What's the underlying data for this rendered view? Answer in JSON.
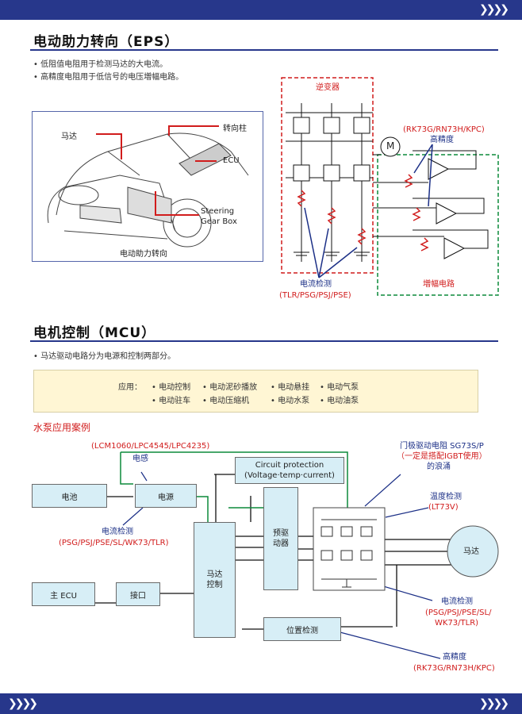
{
  "eps": {
    "title": "电动助力转向（EPS）",
    "bullets": [
      "低阻值电阻用于检测马达的大电流。",
      "高精度电阻用于低信号的电压増幅电路。"
    ],
    "car_labels": {
      "motor": "马达",
      "steering_column": "转向柱",
      "ecu": "ECU",
      "gearbox_line1": "Steering",
      "gearbox_line2": "Gear Box",
      "caption": "电动助力转向"
    },
    "circuit": {
      "inverter": "逆变器",
      "motor": "M",
      "precision_parts": "(RK73G/RN73H/KPC)",
      "precision": "高精度",
      "current_detect": "电流检测",
      "current_detect_parts": "(TLR/PSG/PSJ/PSE)",
      "amp_circuit": "増幅电路"
    }
  },
  "mcu": {
    "title": "电机控制（MCU）",
    "bullets": [
      "马达驱动电路分为电源和控制两部分。"
    ],
    "applications": {
      "label": "应用：",
      "row1": [
        "• 电动控制",
        "• 电动泥砂播放",
        "• 电动悬挂",
        "• 电动气泵"
      ],
      "row2": [
        "• 电动驻车",
        "• 电动压缩机",
        "• 电动水泵",
        "• 电动油泵"
      ]
    },
    "case_title": "水泵应用案例",
    "blocks": {
      "battery": "电池",
      "power": "电源",
      "circuit_protection_1": "Circuit protection",
      "circuit_protection_2": "(Voltage·temp·current)",
      "predriver_1": "预驱",
      "predriver_2": "动器",
      "motor_ctrl_1": "马达",
      "motor_ctrl_2": "控制",
      "main_ecu": "主 ECU",
      "interface": "接口",
      "position_detect": "位置检测",
      "motor": "马达"
    },
    "labels": {
      "lcm_parts": "(LCM1060/LPC4545/LPC4235)",
      "fuse": "电感",
      "current_detect_left": "电流检测",
      "current_detect_left_parts": "(PSG/PSJ/PSE/SL/WK73/TLR)",
      "gate_resistor_1": "门极驱动电阻 SG73S/P",
      "gate_resistor_2": "（一定是搭配IGBT使用）",
      "gate_resistor_3": "的浪涌",
      "temp_detect": "温度检测",
      "temp_detect_parts": "(LT73V)",
      "current_detect_right": "电流检测",
      "current_detect_right_parts_1": "(PSG/PSJ/PSE/SL/",
      "current_detect_right_parts_2": "WK73/TLR)",
      "precision": "高精度",
      "precision_parts": "(RK73G/RN73H/KPC)"
    }
  },
  "colors": {
    "brand": "#27378b",
    "red": "#d11c1c",
    "green": "#0b8a3a",
    "block_fill": "#d7eef6",
    "app_fill": "#fff6d4"
  }
}
